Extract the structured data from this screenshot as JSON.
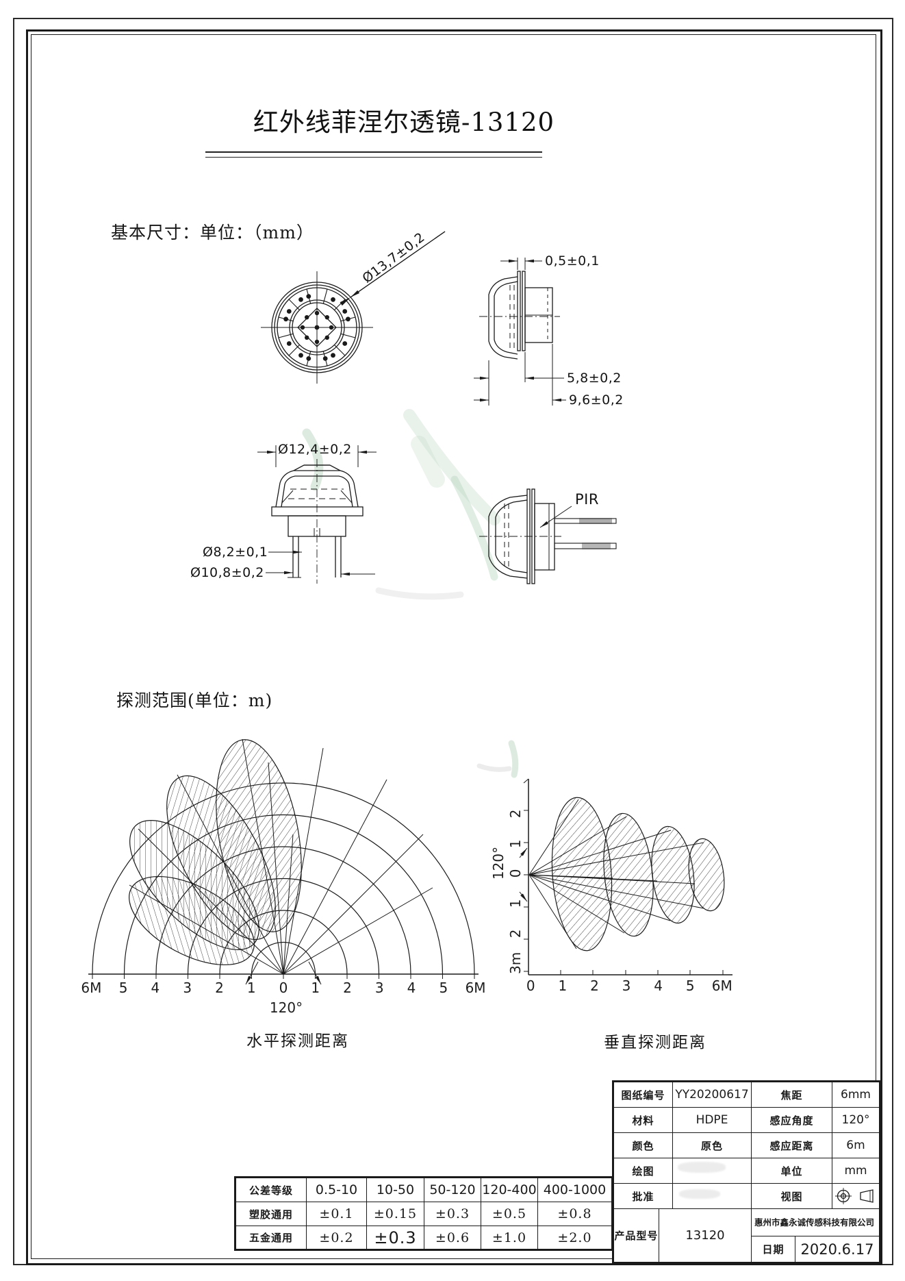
{
  "doc": {
    "title": "红外线菲涅尔透镜-13120",
    "basic_dim_heading": "基本尺寸：单位：（mm）",
    "detection_heading": "探测范围(单位：m)",
    "caption_horizontal": "水平探测距离",
    "caption_vertical": "垂直探测距离"
  },
  "drawing_labels": {
    "top_view_diameter": "Ø13,7±0,2",
    "flange_thickness": "0,5±0,1",
    "lens_height": "5,8±0,2",
    "overall_height": "9,6±0,2",
    "front_width": "Ø12,4±0,2",
    "pin_circle_dia": "Ø8,2±0,1",
    "base_dia": "Ø10,8±0,2",
    "pir_label": "PIR"
  },
  "charts": {
    "horizontal": {
      "x_labels": [
        "6M",
        "5",
        "4",
        "3",
        "2",
        "1",
        "0",
        "1",
        "2",
        "3",
        "4",
        "5",
        "6M"
      ],
      "angle_label": "120°"
    },
    "vertical": {
      "x_labels": [
        "0",
        "1",
        "2",
        "3",
        "4",
        "5",
        "6M"
      ],
      "y_labels": [
        "2",
        "1",
        "0",
        "1",
        "2",
        "3m"
      ],
      "angle_label": "120°"
    }
  },
  "chart_data": [
    {
      "type": "area",
      "title": "水平探测距离",
      "x_ticks": [
        "6M",
        "5",
        "4",
        "3",
        "2",
        "1",
        "0",
        "1",
        "2",
        "3",
        "4",
        "5",
        "6M"
      ],
      "detection_angle_deg": 120,
      "max_range_m": 6,
      "lobe_count": 4,
      "grid": "concentric semicircles 1-6 m"
    },
    {
      "type": "area",
      "title": "垂直探测距离",
      "x_ticks": [
        "0",
        "1",
        "2",
        "3",
        "4",
        "5",
        "6M"
      ],
      "y_ticks": [
        "2",
        "1",
        "0",
        "1",
        "2",
        "3m"
      ],
      "detection_angle_deg": 120,
      "max_range_m": 6,
      "lobe_count": 4
    }
  ],
  "spec_table": {
    "rows": [
      {
        "c1": "图纸编号",
        "c2": "YY20200617",
        "c3": "焦距",
        "c4": "6mm"
      },
      {
        "c1": "材料",
        "c2": "HDPE",
        "c3": "感应角度",
        "c4": "120°"
      },
      {
        "c1": "颜色",
        "c2": "原色",
        "c3": "感应距离",
        "c4": "6m"
      },
      {
        "c1": "绘图",
        "c2": "",
        "c3": "单位",
        "c4": "mm"
      },
      {
        "c1": "批准",
        "c2": "",
        "c3": "视图",
        "c4": ""
      }
    ],
    "product_label": "产品型号",
    "product_value": "13120",
    "company": "惠州市鑫永诚传感科技有限公司",
    "date_label": "日期",
    "date_value": "2020.6.17"
  },
  "tolerance_table": {
    "headers": [
      "公差等级",
      "0.5-10",
      "10-50",
      "50-120",
      "120-400",
      "400-1000"
    ],
    "rows": [
      {
        "label": "塑胶通用",
        "v1": "±0.1",
        "v2": "±0.15",
        "v3": "±0.3",
        "v4": "±0.5",
        "v5": "±0.8"
      },
      {
        "label": "五金通用",
        "v1": "±0.2",
        "v2": "±0.3",
        "v3": "±0.6",
        "v4": "±1.0",
        "v5": "±2.0"
      }
    ]
  }
}
